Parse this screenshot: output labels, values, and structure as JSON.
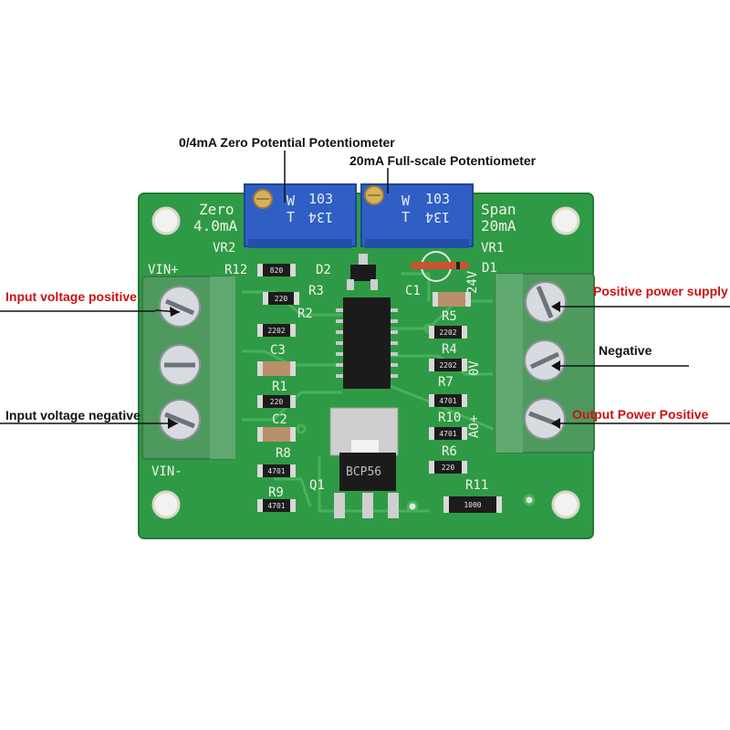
{
  "callouts": {
    "zero_pot": "0/4mA Zero Potential Potentiometer",
    "span_pot": "20mA Full-scale Potentiometer",
    "vin_pos": "Input voltage positive",
    "vin_neg": "Input voltage negative",
    "pos_supply": "Positive power supply",
    "negative": "Negative",
    "out_pos": "Output Power Positive"
  },
  "silkscreen": {
    "zero": "Zero",
    "zero_val": "4.0mA",
    "vr2": "VR2",
    "span": "Span",
    "span_val": "20mA",
    "vr1": "VR1",
    "vin_plus": "VIN+",
    "vin_minus": "VIN-",
    "r12": "R12",
    "d2": "D2",
    "r3": "R3",
    "r2": "R2",
    "c3": "C3",
    "r1": "R1",
    "c2": "C2",
    "r8": "R8",
    "q1": "Q1",
    "r9": "R9",
    "c1": "C1",
    "d1": "D1",
    "v24": "24V",
    "r5": "R5",
    "r4": "R4",
    "ov": "0V",
    "r7": "R7",
    "r10": "R10",
    "ao_plus": "AO+",
    "r6": "R6",
    "r11": "R11",
    "pot_code_a": "103",
    "pot_code_b": "134",
    "pot_w": "W",
    "pot_t": "T",
    "bcp56": "BCP56",
    "smd_220": "220",
    "smd_2202": "2202",
    "smd_4701": "4701",
    "smd_1000": "1000",
    "smd_820": "820"
  },
  "colors": {
    "pcb": "#2f9a45",
    "terminal": "#4e9a5e",
    "pot": "#2f5fc4",
    "callout_red": "#cc1111"
  }
}
